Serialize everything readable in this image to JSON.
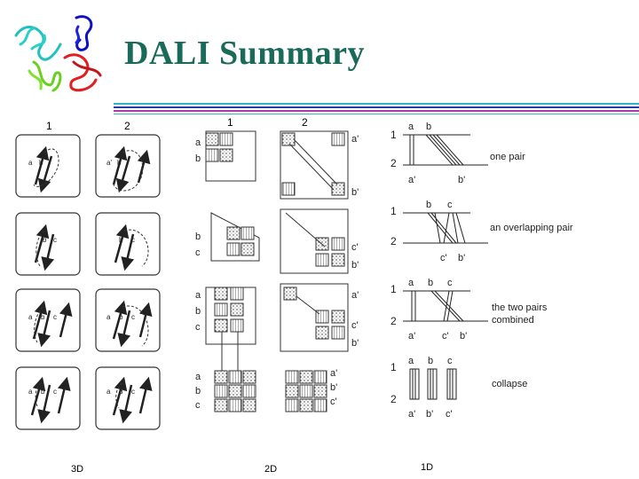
{
  "slide": {
    "title": "DALI Summary",
    "accent_color": "#1a6a5a",
    "rule_colors": [
      "#3bb3c3",
      "#1f3fb0",
      "#b03aa8",
      "#3bb3c3"
    ]
  },
  "figure": {
    "col_3d_1": "1",
    "col_3d_2": "2",
    "col_2d_1": "1",
    "col_2d_2": "2",
    "footer_3d": "3D",
    "footer_2d": "2D",
    "footer_1d": "1D",
    "row1_label": "one  pair",
    "row2_label": "an  overlapping  pair",
    "row3_label_line1": "the  two  pairs",
    "row3_label_line2": "combined",
    "row4_label": "collapse",
    "seg_a": "a",
    "seg_b": "b",
    "seg_c": "c",
    "seg_a2": "a'",
    "seg_b2": "b'",
    "seg_c2": "c'",
    "num1": "1",
    "num2": "2"
  }
}
